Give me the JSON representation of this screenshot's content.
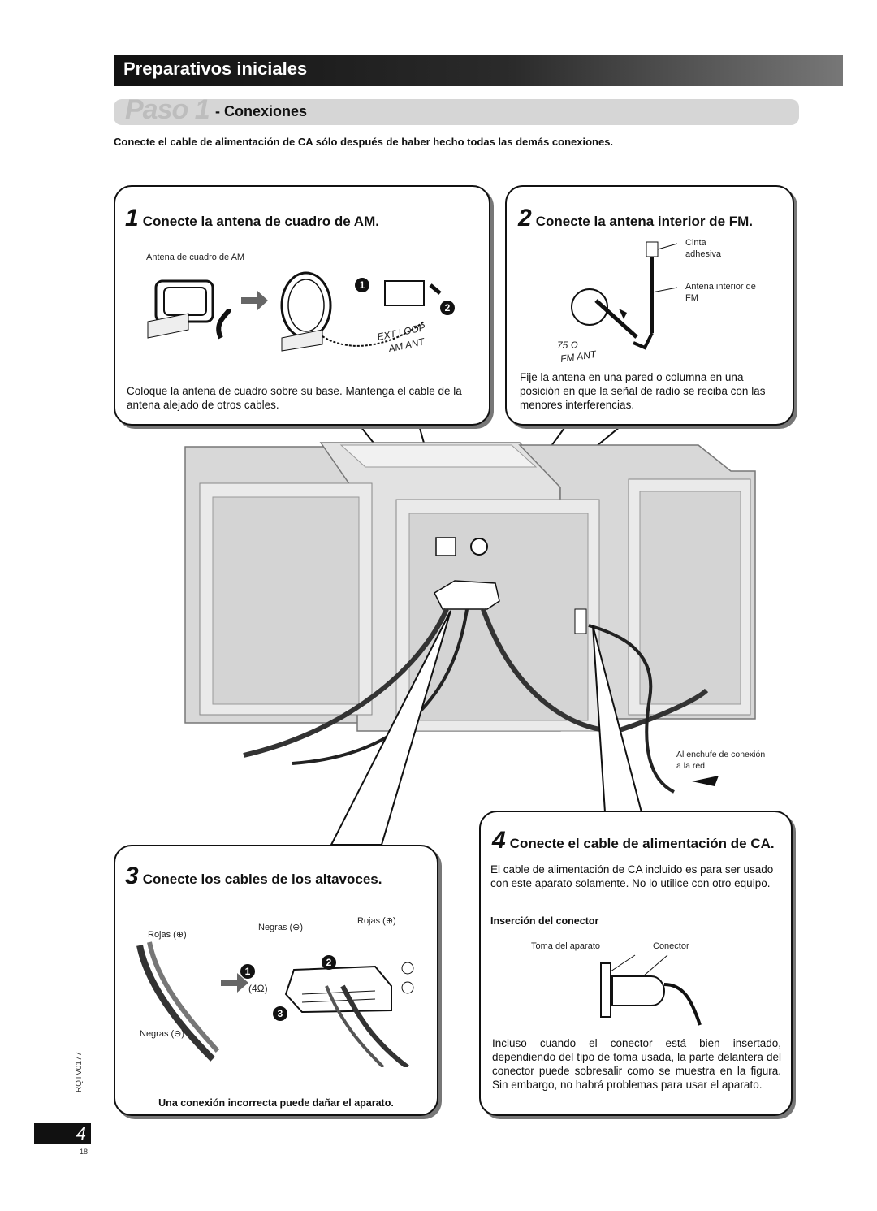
{
  "header": {
    "section_title": "Preparativos iniciales",
    "step_word": "Paso 1",
    "step_title": "- Conexiones"
  },
  "notice": "Conecte el cable de alimentación de CA sólo después de haber hecho todas las demás conexiones.",
  "card_am": {
    "num": "1",
    "title": "Conecte la antena de cuadro de AM.",
    "caption_antenna": "Antena de cuadro de AM",
    "label_ext": "EXT LOOP",
    "label_am": "AM ANT",
    "step1": "1",
    "step2": "2",
    "body": "Coloque la antena de cuadro sobre su base. Mantenga el cable de la antena alejado de otros cables."
  },
  "card_fm": {
    "num": "2",
    "title": "Conecte la antena interior de FM.",
    "caption_tape": "Cinta adhesiva",
    "caption_antenna": "Antena interior de FM",
    "label_75": "75 Ω",
    "label_fm": "FM ANT",
    "body": "Fije la antena en una pared o columna en una posición en que la señal de radio se reciba con las menores interferencias."
  },
  "main": {
    "outlet_label": "Al enchufe de conexión a la red"
  },
  "card_speakers": {
    "num": "3",
    "title": "Conecte los cables de los altavoces.",
    "red_left": "Rojas (⊕)",
    "black_bottom": "Negras (⊖)",
    "black_top": "Negras (⊖)",
    "red_top": "Rojas (⊕)",
    "ohm": "(4Ω)",
    "step1": "1",
    "step2": "2",
    "step3": "3",
    "warning": "Una conexión incorrecta puede dañar el aparato."
  },
  "card_ac": {
    "num": "4",
    "title": "Conecte el cable de alimentación de CA.",
    "body": "El cable de alimentación de CA incluido es para ser usado con este aparato solamente. No lo utilice con otro equipo.",
    "subheading": "Inserción del conector",
    "label_socket": "Toma del aparato",
    "label_connector": "Conector",
    "body2": "Incluso cuando el conector está bien insertado, dependiendo del tipo de toma usada, la parte delantera del conector puede sobresalir como se muestra en la figura. Sin embargo, no habrá problemas para usar el aparato."
  },
  "footer": {
    "page_number": "4",
    "code": "RQTV0177",
    "sub_number": "18"
  }
}
